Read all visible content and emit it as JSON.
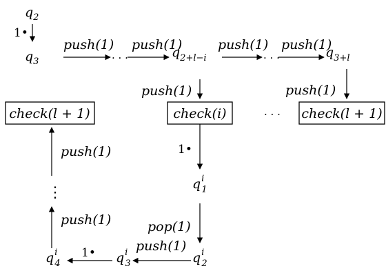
{
  "states": {
    "q2": {
      "base": "q",
      "sub": "2",
      "sup": ""
    },
    "q3": {
      "base": "q",
      "sub": "3",
      "sup": ""
    },
    "q_2_l_i": {
      "base": "q",
      "sub": "2+l−i",
      "sup": ""
    },
    "q_3_l": {
      "base": "q",
      "sub": "3+l",
      "sup": ""
    },
    "q1i": {
      "base": "q",
      "sub": "1",
      "sup": "i"
    },
    "q2i": {
      "base": "q",
      "sub": "2",
      "sup": "i"
    },
    "q3i": {
      "base": "q",
      "sub": "3",
      "sup": "i"
    },
    "q4i": {
      "base": "q",
      "sub": "4",
      "sup": "i"
    }
  },
  "boxes": {
    "check_l1_left": "check(l + 1)",
    "check_i": "check(i)",
    "check_l1_right": "check(l + 1)"
  },
  "edge_labels": {
    "one_bullet": "1•",
    "push1": "push(1)",
    "pop1": "pop(1)"
  },
  "ellipsis": "· · ·",
  "vdots": "⋮"
}
